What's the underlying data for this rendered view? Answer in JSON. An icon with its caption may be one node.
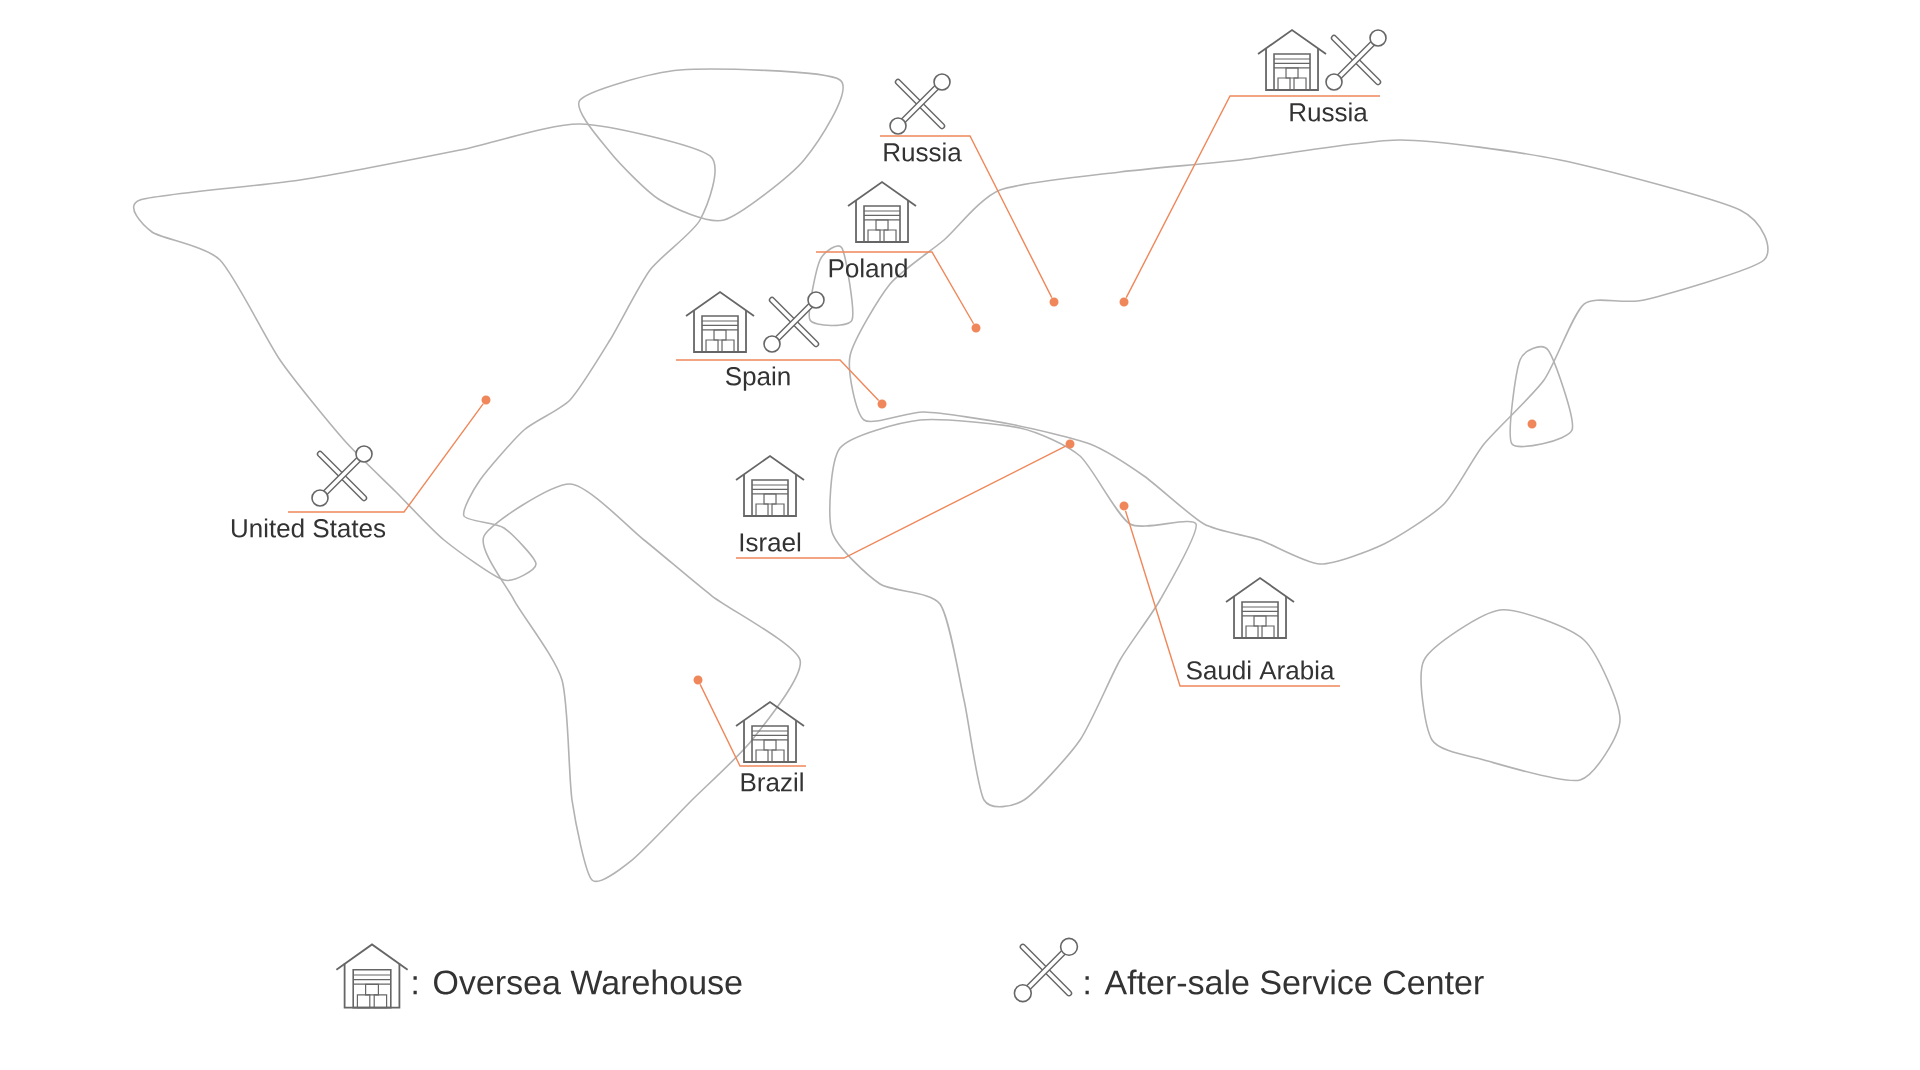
{
  "diagram": {
    "nodes": [
      {
        "text": [
          "Russia"
        ]
      },
      {
        "text": [
          "Russia"
        ]
      },
      {
        "text": [
          "Poland"
        ]
      },
      {
        "text": [
          "Spain"
        ]
      },
      {
        "text": [
          "United States"
        ]
      },
      {
        "text": [
          "Israel"
        ]
      },
      {
        "text": [
          "Saudi Arabia"
        ]
      },
      {
        "text": [
          "Brazil"
        ]
      },
      {
        "text": [],
        "shape": "circle"
      },
      {
        "text": [],
        "shape": "circle"
      },
      {
        "text": [],
        "shape": "circle"
      },
      {
        "text": [],
        "shape": "circle"
      },
      {
        "text": [],
        "shape": "circle"
      },
      {
        "text": [],
        "shape": "circle"
      },
      {
        "text": [],
        "shape": "circle"
      },
      {
        "text": [],
        "shape": "circle"
      },
      {
        "text": [],
        "shape": "circle"
      }
    ],
    "edges": [
      {
        "from": 0,
        "to": 12,
        "arrow": "none"
      },
      {
        "from": 1,
        "to": 14,
        "arrow": "none"
      },
      {
        "from": 2,
        "to": 11,
        "arrow": "none"
      },
      {
        "from": 3,
        "to": 10,
        "arrow": "none"
      },
      {
        "from": 4,
        "to": 8,
        "arrow": "none"
      },
      {
        "from": 5,
        "to": 13,
        "arrow": "none"
      },
      {
        "from": 6,
        "to": 15,
        "arrow": "none"
      },
      {
        "from": 7,
        "to": 9,
        "arrow": "none"
      }
    ],
    "legend": [
      {
        "text": ": Oversea Warehouse"
      },
      {
        "text": ": After-sale Service Center"
      }
    ]
  }
}
